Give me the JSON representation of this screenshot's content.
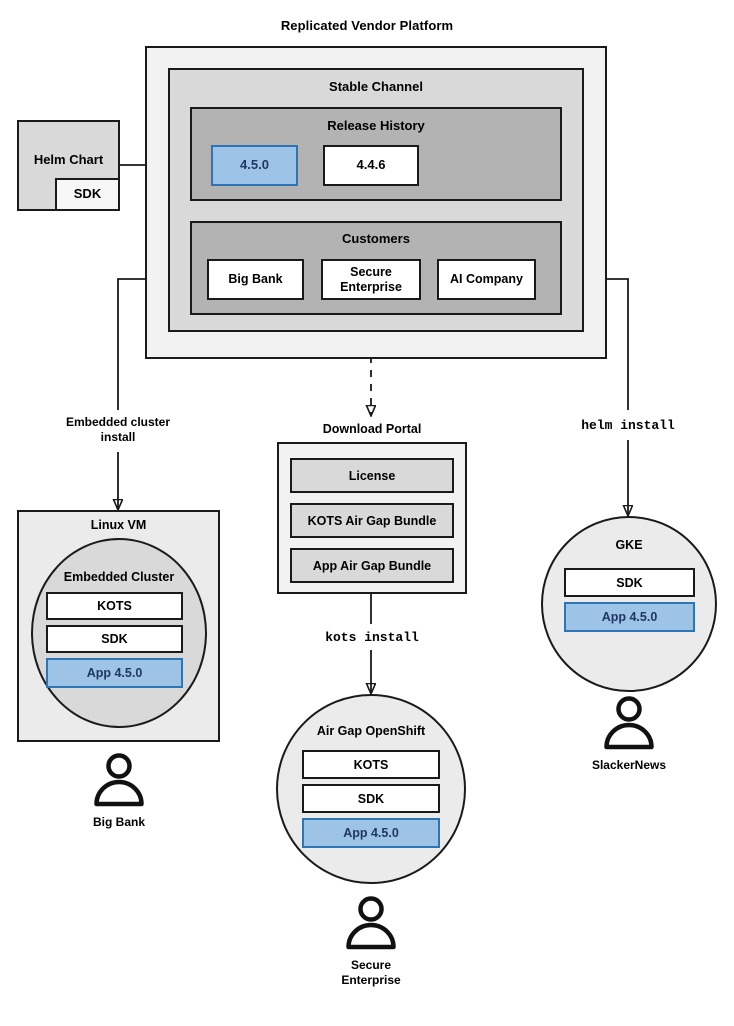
{
  "diagram": {
    "title": "Replicated Vendor Platform",
    "colors": {
      "accent_blue_fill": "#9dc3e6",
      "accent_blue_border": "#2e75b6",
      "accent_blue_text": "#1f3864",
      "outer_gray": "#f2f2f2",
      "mid_gray": "#d9d9d9",
      "dark_gray": "#b3b3b3",
      "circle_gray": "#ebebeb",
      "stroke": "#1a1a1a"
    }
  },
  "platform": {
    "title": "Replicated Vendor Platform",
    "stable_channel": {
      "label": "Stable Channel",
      "release_history": {
        "label": "Release History",
        "releases": [
          {
            "version": "4.5.0",
            "highlighted": true
          },
          {
            "version": "4.4.6",
            "highlighted": false
          }
        ]
      },
      "customers": {
        "label": "Customers",
        "items": [
          {
            "name": "Big Bank"
          },
          {
            "name": "Secure\nEnterprise"
          },
          {
            "name": "AI Company"
          }
        ]
      }
    }
  },
  "helm_chart": {
    "label": "Helm Chart",
    "sdk_label": "SDK"
  },
  "edges": [
    {
      "id": "embedded-cluster-install",
      "label": "Embedded cluster\ninstall",
      "style": "solid",
      "mono": false
    },
    {
      "id": "kots-install",
      "label": "kots install",
      "style": "solid",
      "mono": true
    },
    {
      "id": "helm-install",
      "label": "helm install",
      "style": "solid",
      "mono": true
    }
  ],
  "edge_labels": {
    "embedded_cluster_install": "Embedded cluster install",
    "kots_install": "kots install",
    "helm_install": "helm install"
  },
  "linux_vm": {
    "label": "Linux VM",
    "embedded_cluster": {
      "label": "Embedded Cluster",
      "components": [
        {
          "label": "KOTS",
          "highlighted": false
        },
        {
          "label": "SDK",
          "highlighted": false
        },
        {
          "label": "App 4.5.0",
          "highlighted": true
        }
      ]
    }
  },
  "download_portal": {
    "label": "Download Portal",
    "items": [
      {
        "label": "License"
      },
      {
        "label": "KOTS Air Gap Bundle"
      },
      {
        "label": "App Air Gap Bundle"
      }
    ]
  },
  "air_gap_openshift": {
    "label": "Air Gap OpenShift",
    "components": [
      {
        "label": "KOTS",
        "highlighted": false
      },
      {
        "label": "SDK",
        "highlighted": false
      },
      {
        "label": "App 4.5.0",
        "highlighted": true
      }
    ]
  },
  "gke": {
    "label": "GKE",
    "components": [
      {
        "label": "SDK",
        "highlighted": false
      },
      {
        "label": "App 4.5.0",
        "highlighted": true
      }
    ]
  },
  "actors": [
    {
      "id": "big-bank",
      "name": "Big Bank",
      "icon": "user-icon"
    },
    {
      "id": "secure-enterprise",
      "name": "Secure\nEnterprise",
      "icon": "user-icon"
    },
    {
      "id": "slackernews",
      "name": "SlackerNews",
      "icon": "user-icon"
    }
  ],
  "actor_names": {
    "big_bank": "Big Bank",
    "secure_enterprise_line1": "Secure",
    "secure_enterprise_line2": "Enterprise",
    "slackernews": "SlackerNews"
  }
}
